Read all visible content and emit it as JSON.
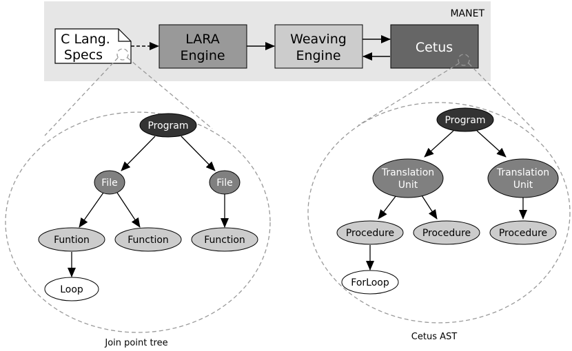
{
  "top": {
    "manet_label": "MANET",
    "spec_doc": [
      "C Lang.",
      "Specs"
    ],
    "lara_engine": [
      "LARA",
      "Engine"
    ],
    "weaving_engine": [
      "Weaving",
      "Engine"
    ],
    "cetus": "Cetus"
  },
  "join_point_tree": {
    "caption": "Join point tree",
    "root": "Program",
    "file_left": "File",
    "file_right": "File",
    "funtion": "Funtion",
    "function_mid": "Function",
    "function_right": "Function",
    "loop": "Loop"
  },
  "cetus_ast": {
    "caption": "Cetus AST",
    "root": "Program",
    "tu_left": [
      "Translation",
      "Unit"
    ],
    "tu_right": [
      "Translation",
      "Unit"
    ],
    "proc_left": "Procedure",
    "proc_mid": "Procedure",
    "proc_right": "Procedure",
    "forloop": "ForLoop"
  },
  "colors": {
    "manet_bg": "#e6e6e6",
    "lara_fill": "#999999",
    "weaving_fill": "#cccccc",
    "cetus_fill": "#666666",
    "root_fill": "#333333",
    "dark_node": "#808080",
    "light_node": "#cccccc",
    "white_node": "#ffffff"
  }
}
